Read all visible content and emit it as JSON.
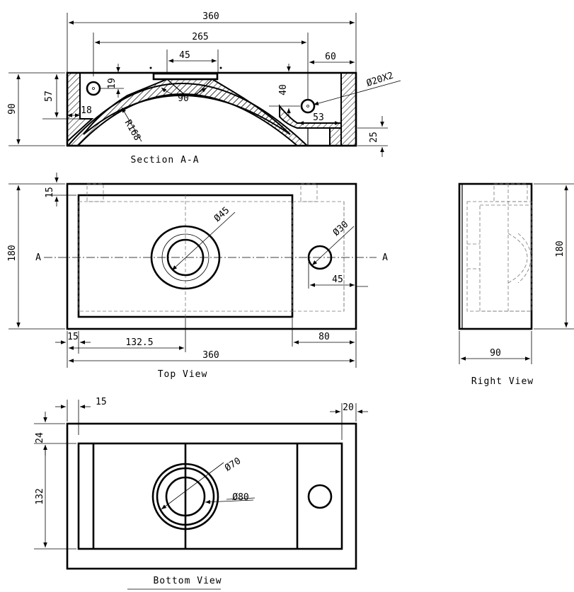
{
  "views": {
    "section": "Section A-A",
    "top": "Top View",
    "right": "Right View",
    "bottom": "Bottom View"
  },
  "section_dims": {
    "overall_width": "360",
    "hole_span": "265",
    "drain_top": "45",
    "right_offset": "60",
    "overall_height": "90",
    "inner_height": "57",
    "hole_height": "19",
    "wall": "18",
    "angle": "90",
    "radius": "R168",
    "side_depth": "40",
    "hole_dia": "Ø20X2",
    "ledge": "53",
    "base": "25"
  },
  "top_dims": {
    "depth": "180",
    "rim": "15",
    "drain_dia": "Ø45",
    "tap_dia": "Ø30",
    "tap_offset": "45",
    "section_mark": "A",
    "left_rim": "15",
    "drain_x": "132.5",
    "right_part": "80",
    "overall_width": "360"
  },
  "right_dims": {
    "depth": "180",
    "width": "90"
  },
  "bottom_dims": {
    "left_rim": "15",
    "right_rim": "20",
    "top_rim": "24",
    "inner_depth": "132",
    "inner_dia": "Ø70",
    "outer_dia": "Ø80"
  }
}
